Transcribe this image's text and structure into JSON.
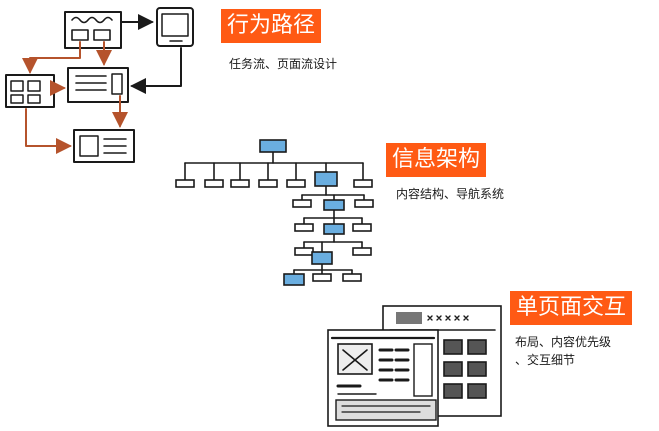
{
  "sections": [
    {
      "title": "行为路径",
      "caption_lines": [
        "任务流、页面流设计"
      ]
    },
    {
      "title": "信息架构",
      "caption_lines": [
        "内容结构、导航系统"
      ]
    },
    {
      "title": "单页面交互",
      "caption_lines": [
        "布局、内容优先级",
        "、交互细节"
      ]
    }
  ],
  "colors": {
    "tag_bg": "#ff5a14",
    "tag_text": "#ffffff",
    "ink": "#1a1a1a",
    "flow_arrow": "#b5532c",
    "ia_highlight": "#6aaee0"
  }
}
